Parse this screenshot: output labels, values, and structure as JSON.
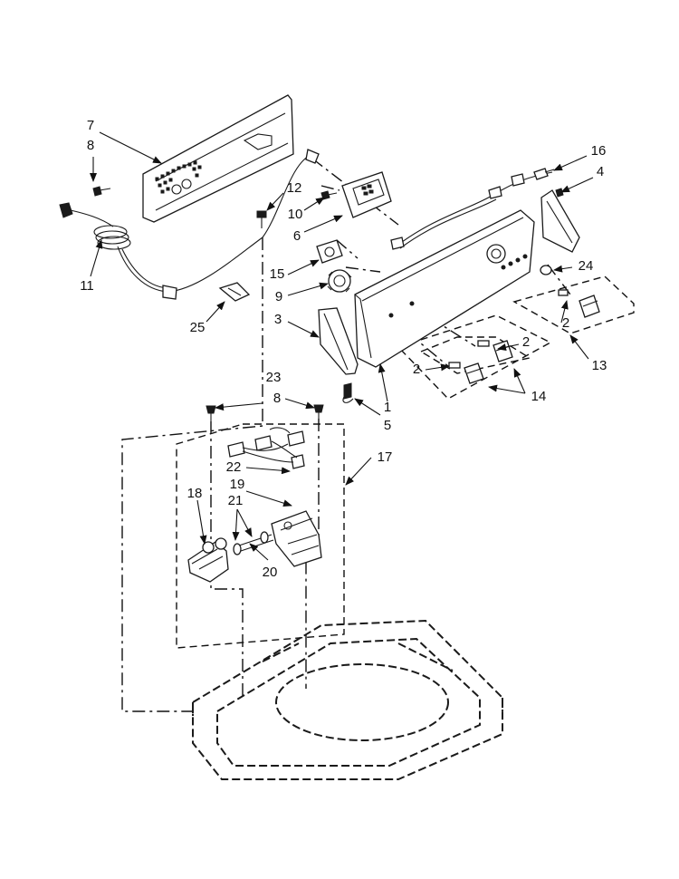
{
  "callouts": [
    {
      "id": "c7",
      "label": "7"
    },
    {
      "id": "c8a",
      "label": "8"
    },
    {
      "id": "c11",
      "label": "11"
    },
    {
      "id": "c12",
      "label": "12"
    },
    {
      "id": "c10",
      "label": "10"
    },
    {
      "id": "c6",
      "label": "6"
    },
    {
      "id": "c16",
      "label": "16"
    },
    {
      "id": "c4",
      "label": "4"
    },
    {
      "id": "c15",
      "label": "15"
    },
    {
      "id": "c9",
      "label": "9"
    },
    {
      "id": "c24",
      "label": "24"
    },
    {
      "id": "c25",
      "label": "25"
    },
    {
      "id": "c3",
      "label": "3"
    },
    {
      "id": "c2a",
      "label": "2"
    },
    {
      "id": "c2b",
      "label": "2"
    },
    {
      "id": "c2c",
      "label": "2"
    },
    {
      "id": "c13",
      "label": "13"
    },
    {
      "id": "c14",
      "label": "14"
    },
    {
      "id": "c1",
      "label": "1"
    },
    {
      "id": "c5",
      "label": "5"
    },
    {
      "id": "c23",
      "label": "23"
    },
    {
      "id": "c8b",
      "label": "8"
    },
    {
      "id": "c17",
      "label": "17"
    },
    {
      "id": "c22",
      "label": "22"
    },
    {
      "id": "c19",
      "label": "19"
    },
    {
      "id": "c18",
      "label": "18"
    },
    {
      "id": "c21",
      "label": "21"
    },
    {
      "id": "c20",
      "label": "20"
    }
  ]
}
